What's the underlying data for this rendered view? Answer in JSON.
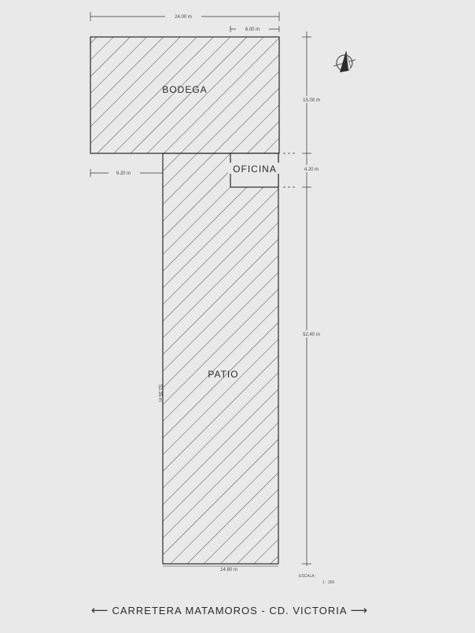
{
  "rooms": {
    "bodega": "BODEGA",
    "oficina": "OFICINA",
    "patio": "PATIO"
  },
  "dimensions": {
    "overall_width": "24.00 m",
    "right_offset": "6.00 m",
    "left_offset": "9.20 m",
    "bodega_depth": "15.00 m",
    "oficina_depth": "4.20 m",
    "patio_depth": "52.40 m",
    "patio_side": "52.35 m",
    "patio_width": "14.80 m"
  },
  "scale": {
    "label": "ESCALA :",
    "value": "1 : 300"
  },
  "road": {
    "name": "CARRETERA MATAMOROS - CD. VICTORIA"
  },
  "colors": {
    "paper": "#e9e9ea",
    "line": "#2b2b2b"
  },
  "icons": {
    "north_arrow": "north-arrow-icon"
  }
}
